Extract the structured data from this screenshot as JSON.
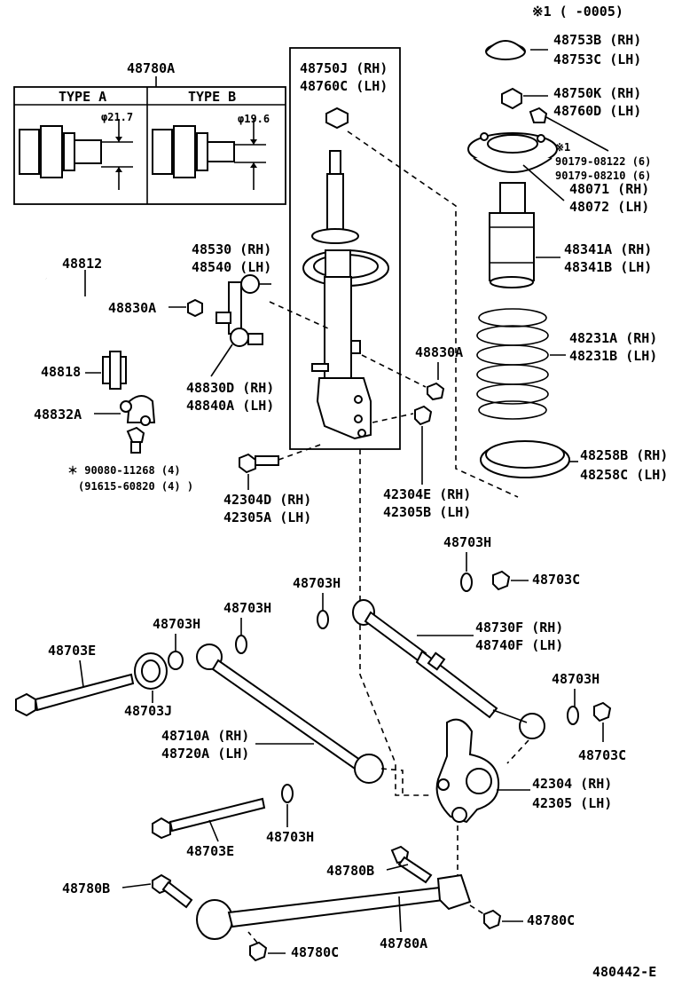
{
  "header_note": "※1 (  -0005)",
  "diagram_id": "480442-E",
  "inset": {
    "title": "48780A",
    "type_a": {
      "label": "TYPE A",
      "dim": "φ21.7"
    },
    "type_b": {
      "label": "TYPE B",
      "dim": "φ19.6"
    }
  },
  "callouts": {
    "c48753": [
      "48753B (RH)",
      "48753C (LH)"
    ],
    "c48750k": [
      "48750K (RH)",
      "48760D (LH)"
    ],
    "c48750j": [
      "48750J (RH)",
      "48760C (LH)"
    ],
    "c90179": [
      "※1",
      "90179-08122 (6)",
      "90179-08210 (6)"
    ],
    "c48071": [
      "48071 (RH)",
      "48072 (LH)"
    ],
    "c48530": [
      "48530 (RH)",
      "48540 (LH)"
    ],
    "c48812": [
      "48812"
    ],
    "c48341": [
      "48341A (RH)",
      "48341B (LH)"
    ],
    "c48830a_1": [
      "48830A"
    ],
    "c48231": [
      "48231A (RH)",
      "48231B (LH)"
    ],
    "c48818": [
      "48818"
    ],
    "c48830d": [
      "48830D (RH)",
      "48840A (LH)"
    ],
    "c48830a_2": [
      "48830A"
    ],
    "c48832a": [
      "48832A"
    ],
    "c48258": [
      "48258B (RH)",
      "48258C (LH)"
    ],
    "c90080": [
      "＊ 90080-11268 (4)",
      "(91615-60820 (4) )"
    ],
    "c42304d": [
      "42304D (RH)",
      "42305A (LH)"
    ],
    "c42304e": [
      "42304E (RH)",
      "42305B (LH)"
    ],
    "c48703h_1": [
      "48703H"
    ],
    "c48703h_2": [
      "48703H"
    ],
    "c48703c_1": [
      "48703C"
    ],
    "c48703h_3": [
      "48703H"
    ],
    "c48703h_4": [
      "48703H"
    ],
    "c48730f": [
      "48730F (RH)",
      "48740F (LH)"
    ],
    "c48703e_1": [
      "48703E"
    ],
    "c48703j": [
      "48703J"
    ],
    "c48703h_5": [
      "48703H"
    ],
    "c48703c_2": [
      "48703C"
    ],
    "c48710a": [
      "48710A (RH)",
      "48720A (LH)"
    ],
    "c42304": [
      "42304 (RH)",
      "42305 (LH)"
    ],
    "c48703h_6": [
      "48703H"
    ],
    "c48703e_2": [
      "48703E"
    ],
    "c48780b_1": [
      "48780B"
    ],
    "c48780b_2": [
      "48780B"
    ],
    "c48780c_1": [
      "48780C"
    ],
    "c48780c_2": [
      "48780C"
    ],
    "c48780a": [
      "48780A"
    ]
  }
}
